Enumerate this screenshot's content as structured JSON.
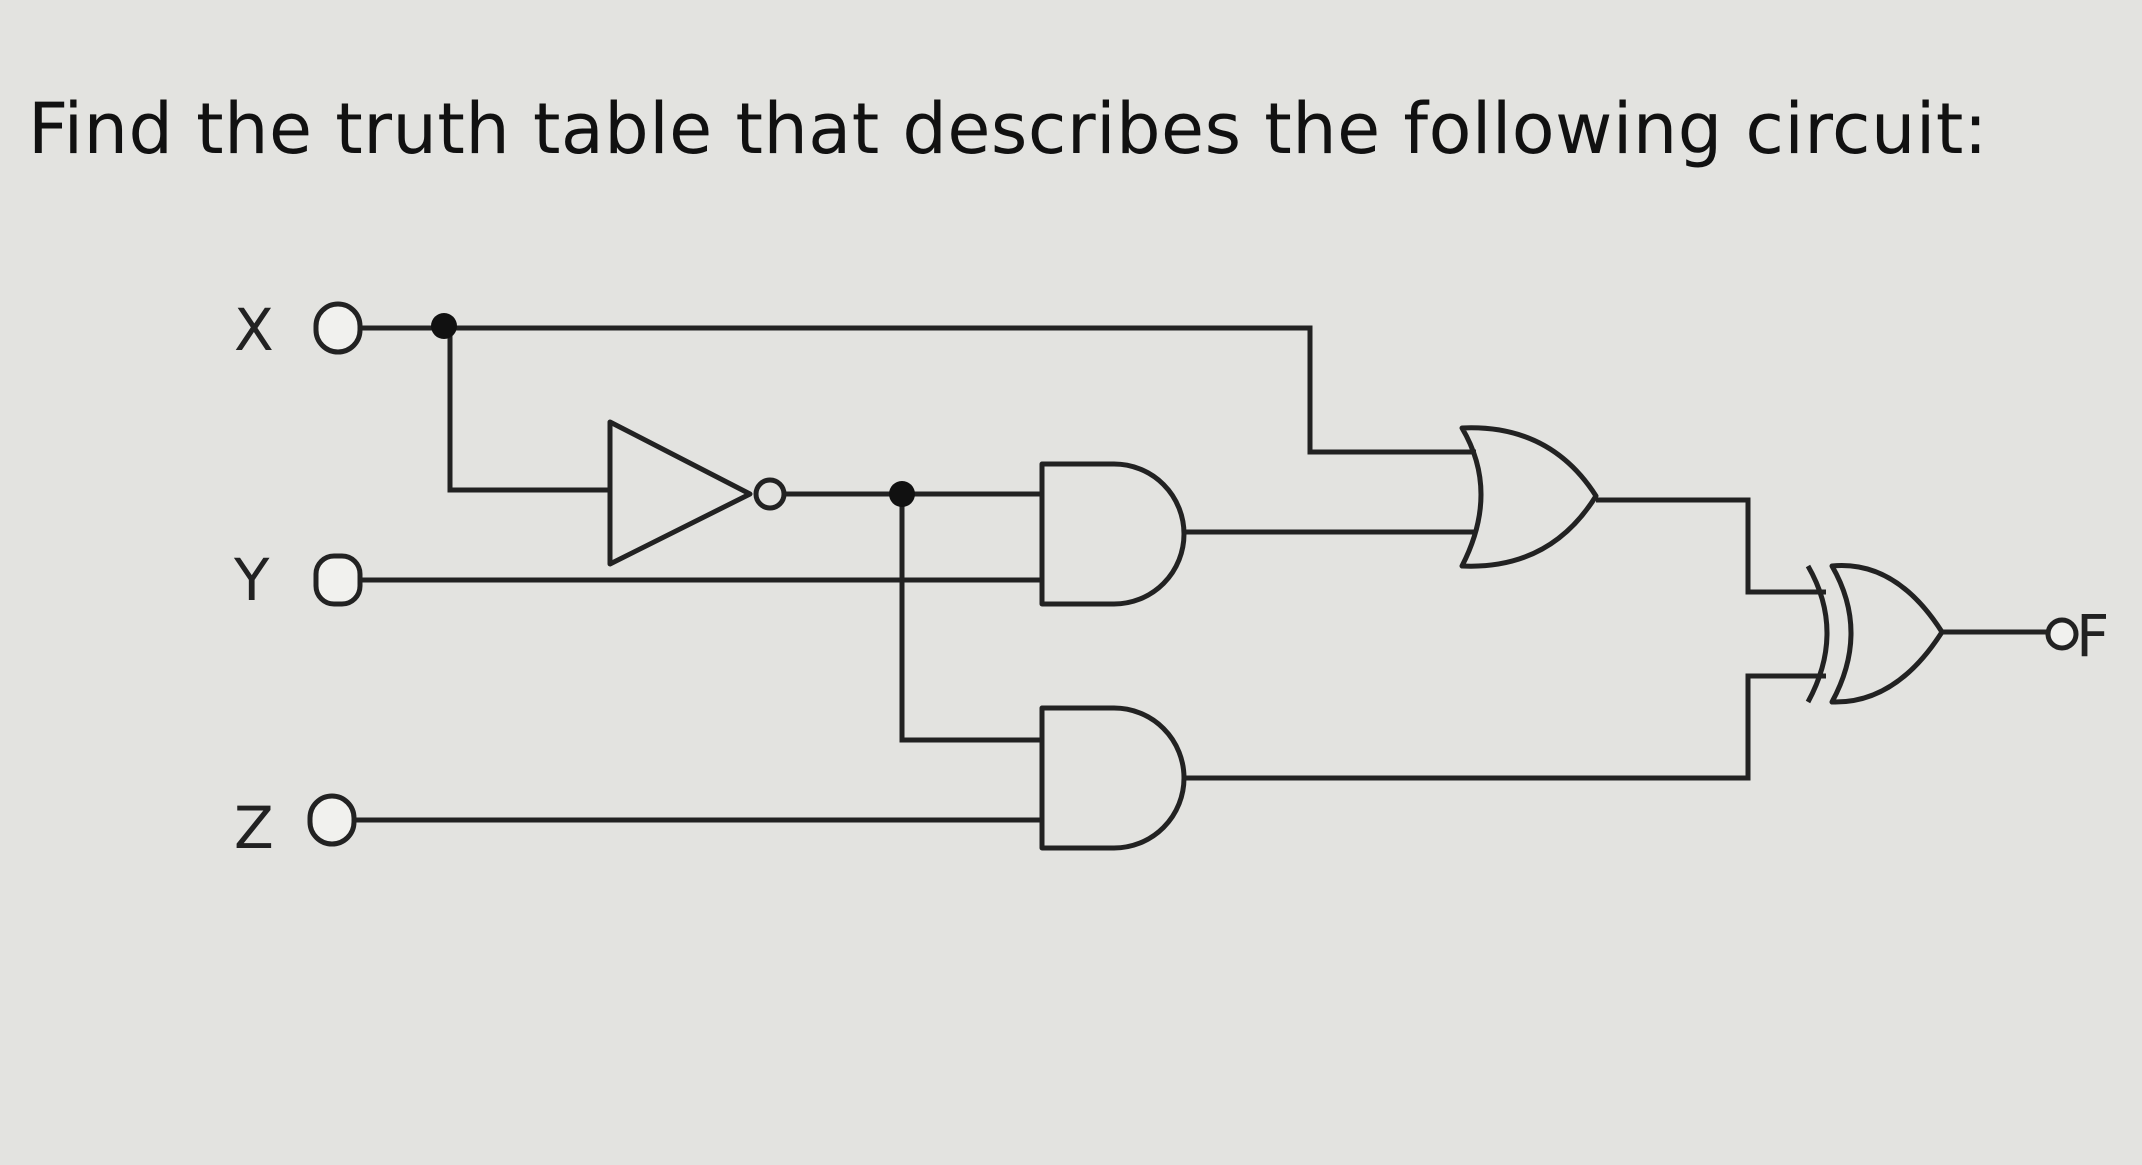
{
  "question": "Find the truth table that describes the following circuit:",
  "circuit": {
    "inputs": [
      {
        "name": "X"
      },
      {
        "name": "Y"
      },
      {
        "name": "Z"
      }
    ],
    "output": {
      "name": "F"
    },
    "gates": [
      {
        "type": "NOT",
        "inputs": [
          "X"
        ]
      },
      {
        "type": "AND",
        "inputs": [
          "NOT X",
          "Y"
        ]
      },
      {
        "type": "AND",
        "inputs": [
          "NOT X",
          "Z"
        ]
      },
      {
        "type": "OR",
        "inputs": [
          "X",
          "(NOT X) AND Y"
        ]
      },
      {
        "type": "XOR",
        "inputs": [
          "X + (NOT X) Y",
          "(NOT X) Z"
        ]
      }
    ],
    "colors": {
      "line": "#222222",
      "background": "#e3e3e0"
    }
  }
}
